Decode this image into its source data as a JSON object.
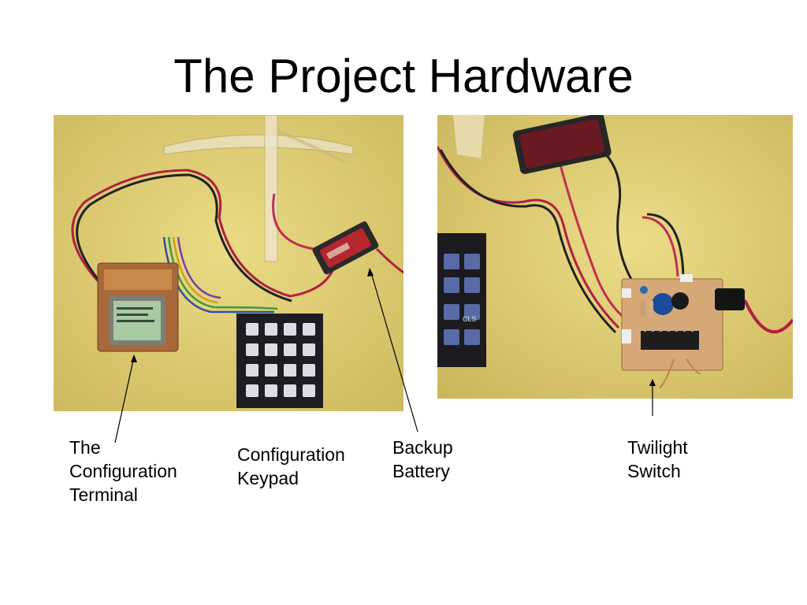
{
  "slide": {
    "title": "The Project Hardware"
  },
  "callouts": {
    "terminal": "The\nConfiguration\nTerminal",
    "keypad": "Configuration\nKeypad",
    "battery": "Backup\nBattery",
    "twilight": "Twilight\nSwitch"
  },
  "photo_lettering": {
    "keypad_cls": "CLS"
  },
  "colors": {
    "background": "#ffffff",
    "photo_board": "#e3d27a",
    "pointer": "#000000"
  }
}
